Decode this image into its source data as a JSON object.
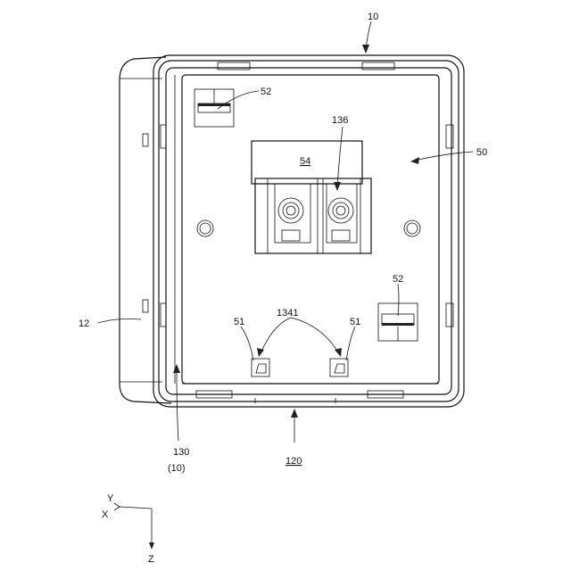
{
  "labels": {
    "l10_top": "10",
    "l52_top": "52",
    "l136": "136",
    "l50": "50",
    "l54": "54",
    "l12": "12",
    "l52_right": "52",
    "l1341": "1341",
    "l51_left": "51",
    "l51_right": "51",
    "l130": "130",
    "l10_paren": "(10)",
    "l120": "120"
  },
  "axes": {
    "y": "Y",
    "x": "X",
    "z": "Z"
  }
}
